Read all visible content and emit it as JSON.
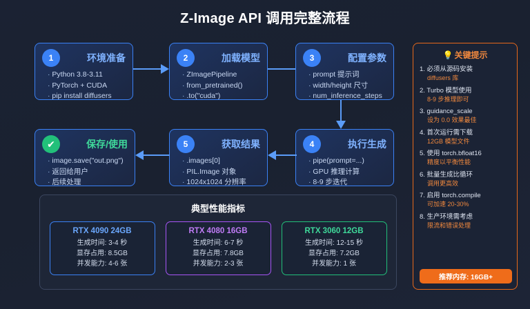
{
  "header": {
    "title": "Z-Image API 调用完整流程"
  },
  "flow": {
    "cards": [
      {
        "badge": "1",
        "title": "环境准备",
        "items": [
          "Python 3.8-3.11",
          "PyTorch + CUDA",
          "pip install diffusers"
        ]
      },
      {
        "badge": "2",
        "title": "加载模型",
        "items": [
          "ZImagePipeline",
          "from_pretrained()",
          ".to(\"cuda\")"
        ]
      },
      {
        "badge": "3",
        "title": "配置参数",
        "items": [
          "prompt 提示词",
          "width/height 尺寸",
          "num_inference_steps"
        ]
      },
      {
        "badge": "4",
        "title": "执行生成",
        "items": [
          "pipe(prompt=...)",
          "GPU 推理计算",
          "8-9 步迭代"
        ]
      },
      {
        "badge": "5",
        "title": "获取结果",
        "items": [
          ".images[0]",
          "PIL.Image 对象",
          "1024x1024 分辨率"
        ]
      },
      {
        "badge": "✔",
        "title": "保存/使用",
        "items": [
          "image.save(\"out.png\")",
          "返回给用户",
          "后续处理"
        ]
      }
    ]
  },
  "tips": {
    "title": "关键提示",
    "bulb": "💡",
    "items": [
      {
        "main": "1. 必须从源码安装",
        "sub": "diffusers 库"
      },
      {
        "main": "2. Turbo 模型使用",
        "sub": "8-9 步推理即可"
      },
      {
        "main": "3. guidance_scale",
        "sub": "设为 0.0 效果最佳"
      },
      {
        "main": "4. 首次运行需下载",
        "sub": "12GB 模型文件"
      },
      {
        "main": "5. 使用 torch.bfloat16",
        "sub": "精度以平衡性能"
      },
      {
        "main": "6. 批量生成比循环",
        "sub": "调用更高效"
      },
      {
        "main": "7. 启用 torch.compile",
        "sub": "可加速 20-30%"
      },
      {
        "main": "8. 生产环境需考虑",
        "sub": "限流和错误处理"
      }
    ],
    "badge": "推荐内存: 16GB+"
  },
  "metrics": {
    "title": "典型性能指标",
    "gpus": [
      {
        "name": "RTX 4090 24GB",
        "accent": "#3b82f6",
        "stats": [
          "生成时间: 3-4 秒",
          "显存占用: 8.5GB",
          "并发能力: 4-6 张"
        ]
      },
      {
        "name": "RTX 4080 16GB",
        "accent": "#a855f7",
        "stats": [
          "生成时间: 6-7 秒",
          "显存占用: 7.8GB",
          "并发能力: 2-3 张"
        ]
      },
      {
        "name": "RTX 3060 12GB",
        "accent": "#22c07a",
        "stats": [
          "生成时间: 12-15 秒",
          "显存占用: 7.2GB",
          "并发能力: 1 张"
        ]
      }
    ]
  }
}
